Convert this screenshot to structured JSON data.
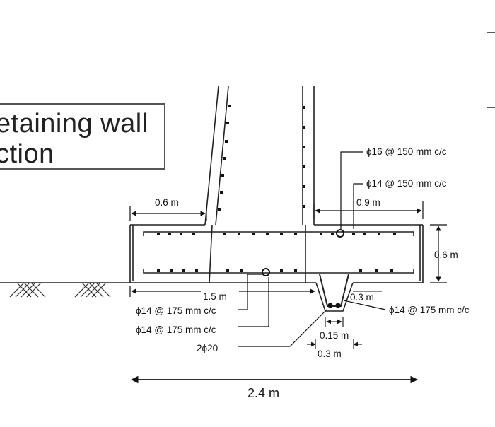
{
  "title": {
    "line1": "etaining wall",
    "line2": "ction"
  },
  "dimensions": {
    "toe_width": "0.6 m",
    "heel_width": "0.9 m",
    "base_thickness": "0.6 m",
    "toe_length": "1.5 m",
    "key_offset": "0.3 m",
    "key_bottom": "0.15 m",
    "key_top": "0.3 m",
    "total_width": "2.4 m"
  },
  "reinforcement": {
    "stem_main": "ϕ16 @ 150 mm c/c",
    "heel_top": "ϕ14 @ 150 mm c/c",
    "toe_bottom_1": "ϕ14 @ 175 mm c/c",
    "toe_bottom_2": "ϕ14 @ 175 mm c/c",
    "key_bars": "2ϕ20",
    "key_stirrup": "ϕ14 @ 175 mm c/c"
  }
}
